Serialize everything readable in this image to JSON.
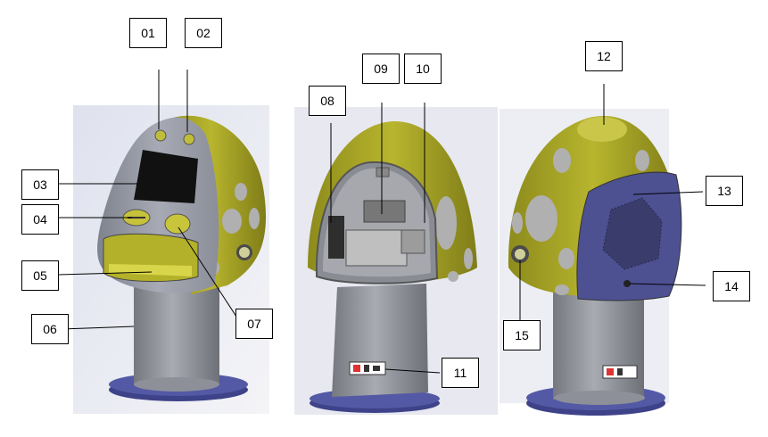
{
  "callouts": [
    "01",
    "02",
    "03",
    "04",
    "05",
    "06",
    "07",
    "08",
    "09",
    "10",
    "11",
    "12",
    "13",
    "14",
    "15"
  ],
  "colors": {
    "shell_gray": "#9fa2ad",
    "shell_yellow": "#a2a024",
    "spot_gray": "#b3b3b3",
    "base_blue": "#4b4f9a",
    "panel_blue": "#4d5192"
  }
}
